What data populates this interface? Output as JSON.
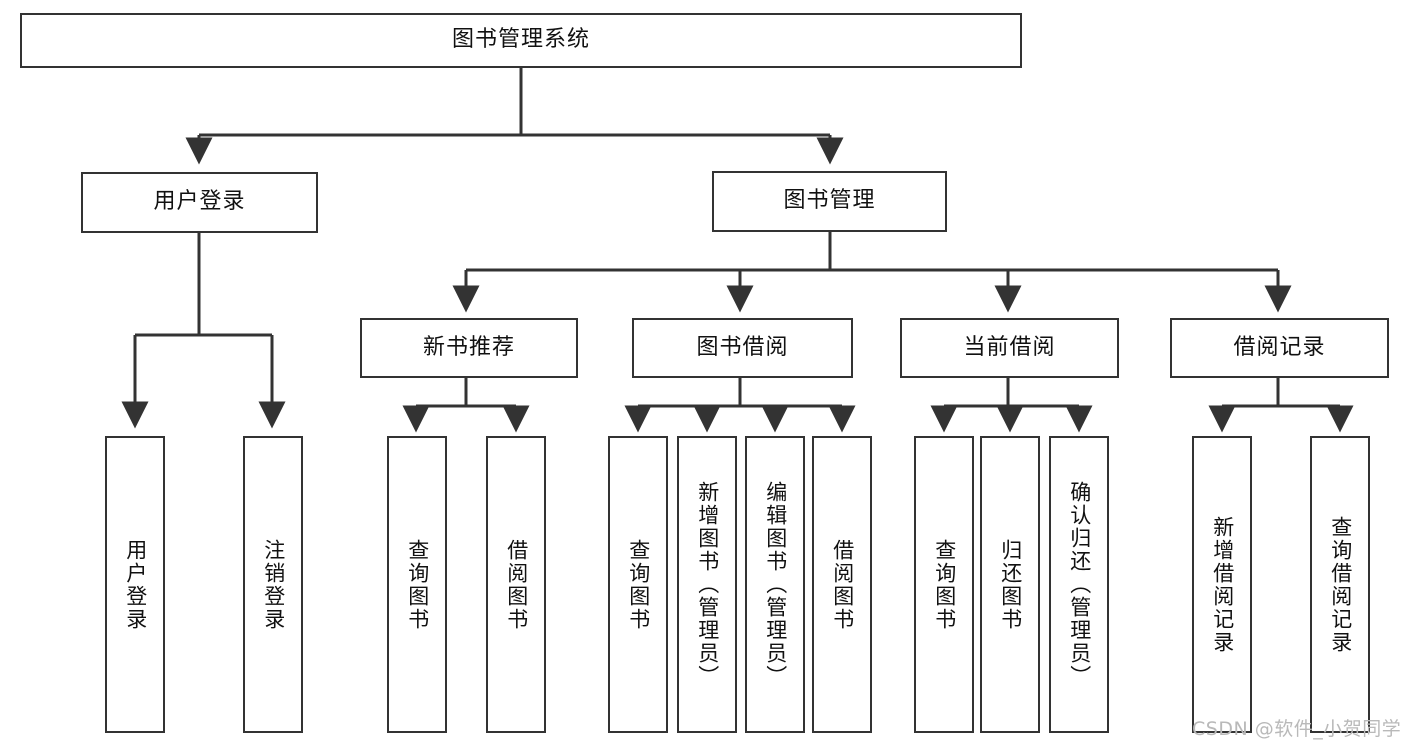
{
  "diagram": {
    "title": "图书管理系统",
    "type": "hierarchy-tree",
    "root": {
      "label": "图书管理系统"
    },
    "level2": [
      {
        "label": "用户登录"
      },
      {
        "label": "图书管理"
      }
    ],
    "level3": [
      {
        "label": "新书推荐"
      },
      {
        "label": "图书借阅"
      },
      {
        "label": "当前借阅"
      },
      {
        "label": "借阅记录"
      }
    ],
    "leaves": {
      "user_login": [
        {
          "label": "用户登录"
        },
        {
          "label": "注销登录"
        }
      ],
      "new_book_recommend": [
        {
          "label": "查询图书"
        },
        {
          "label": "借阅图书"
        }
      ],
      "book_borrow": [
        {
          "label": "查询图书"
        },
        {
          "label": "新增图书（管理员）"
        },
        {
          "label": "编辑图书（管理员）"
        },
        {
          "label": "借阅图书"
        }
      ],
      "current_borrow": [
        {
          "label": "查询图书"
        },
        {
          "label": "归还图书"
        },
        {
          "label": "确认归还（管理员）"
        }
      ],
      "borrow_records": [
        {
          "label": "新增借阅记录"
        },
        {
          "label": "查询借阅记录"
        }
      ]
    }
  },
  "watermark": {
    "text": "CSDN @软件_小贺同学"
  },
  "colors": {
    "stroke": "#333333",
    "fill": "#ffffff",
    "text": "#111111",
    "watermark": "#b9b9b9"
  }
}
